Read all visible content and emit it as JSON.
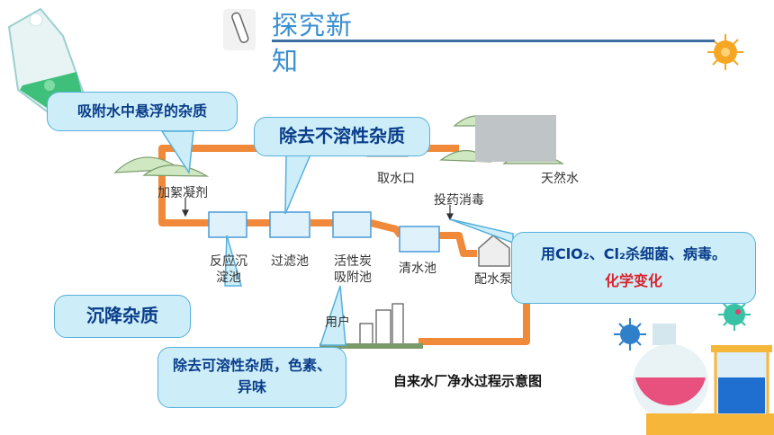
{
  "header": {
    "title": "探究新知"
  },
  "diagram": {
    "caption": "自来水厂净水过程示意图",
    "labels": {
      "flocculant": "加絮凝剂",
      "intake": "取水口",
      "natural_water": "天然水",
      "disinfect": "投药消毒",
      "reaction_tank_1": "反应沉",
      "reaction_tank_2": "淀池",
      "filter_tank": "过滤池",
      "carbon_tank_1": "活性炭",
      "carbon_tank_2": "吸附池",
      "clear_tank": "清水池",
      "pump": "配水泵",
      "users": "用户"
    }
  },
  "callouts": {
    "adsorb": "吸附水中悬浮的杂质",
    "remove_insoluble": "除去不溶性杂质",
    "settle": "沉降杂质",
    "remove_soluble": "除去可溶性杂质，色素、异味",
    "disinfect_main": "用ClO₂、Cl₂杀细菌、病毒。",
    "disinfect_note": "化学变化"
  },
  "colors": {
    "pipe": "#f08a3a",
    "callout_bg": "#cdeef8",
    "title": "#3a8fd0",
    "accent_red": "#d9232d"
  }
}
